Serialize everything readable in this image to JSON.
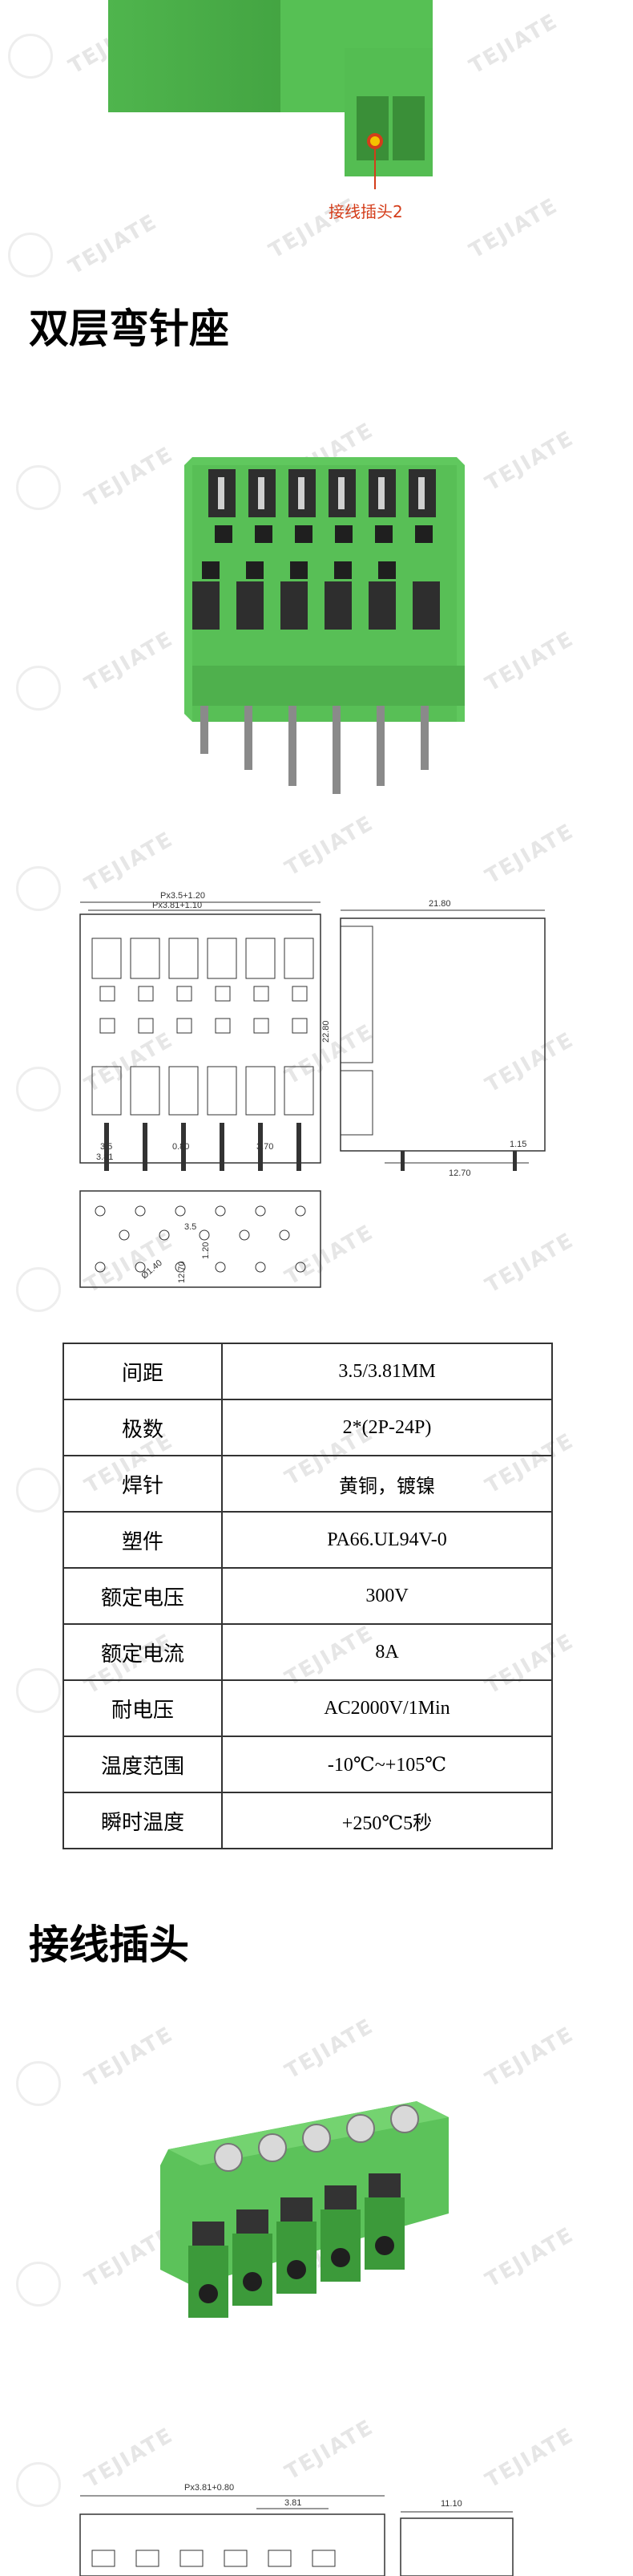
{
  "callout": {
    "label": "接线插头2"
  },
  "section1": {
    "title": "双层弯针座"
  },
  "drawing1": {
    "top_dim1": "Px3.5+1.20",
    "top_dim2": "Px3.81+1.10",
    "dim_35": "3.5",
    "dim_381": "3.81",
    "dim_080": "0.80",
    "dim_370": "3.70",
    "side_width": "21.80",
    "side_height": "22.80",
    "side_115": "1.15",
    "side_1270": "12.70",
    "pcb_35": "3.5",
    "pcb_120": "1.20",
    "pcb_1270": "12.70",
    "pcb_hole": "Ø1.40"
  },
  "spec_table": {
    "rows": [
      {
        "key": "间距",
        "value": "3.5/3.81MM"
      },
      {
        "key": "极数",
        "value": "2*(2P-24P)"
      },
      {
        "key": "焊针",
        "value": "黄铜，镀镍"
      },
      {
        "key": "塑件",
        "value": "PA66.UL94V-0"
      },
      {
        "key": "额定电压",
        "value": "300V"
      },
      {
        "key": "额定电流",
        "value": "8A"
      },
      {
        "key": "耐电压",
        "value": "AC2000V/1Min"
      },
      {
        "key": "温度范围",
        "value": "-10℃~+105℃"
      },
      {
        "key": "瞬时温度",
        "value": "+250℃5秒"
      }
    ]
  },
  "section2": {
    "title": "接线插头"
  },
  "drawing2": {
    "top_dim": "Px3.81+0.80",
    "dim_381": "3.81",
    "side_dim": "11.10"
  },
  "watermark": {
    "brand": "TEJIATE"
  },
  "colors": {
    "connector_green": "#5cc25a",
    "callout_red": "#d43d1a",
    "pin_gray": "#777777"
  }
}
